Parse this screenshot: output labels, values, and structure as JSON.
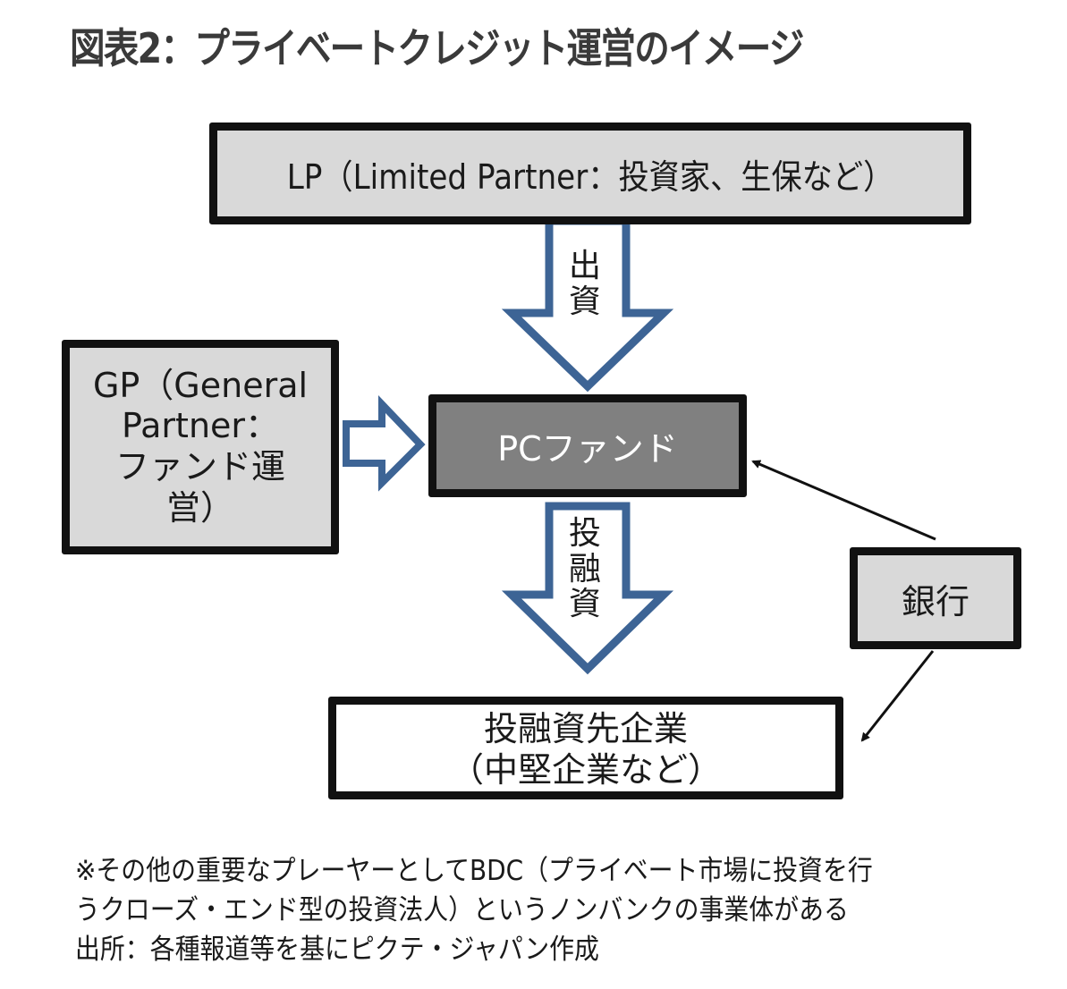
{
  "title": "図表2：プライベートクレジット運営のイメージ",
  "nodes": {
    "lp": {
      "label": "LP（Limited Partner：投資家、生保など）"
    },
    "gp": {
      "lines": [
        "GP（General",
        "Partner：",
        "ファンド運",
        "営）"
      ]
    },
    "pc_fund": {
      "label": "PCファンド"
    },
    "bank": {
      "label": "銀行"
    },
    "portfolio_companies": {
      "lines": [
        "投融資先企業",
        "（中堅企業など）"
      ]
    }
  },
  "edges": {
    "lp_to_fund": {
      "label_chars": [
        "出",
        "資"
      ]
    },
    "fund_to_companies": {
      "label_chars": [
        "投",
        "融",
        "資"
      ]
    },
    "gp_to_fund": {
      "label": ""
    },
    "bank_to_fund": {
      "label": ""
    },
    "bank_to_companies": {
      "label": ""
    }
  },
  "colors": {
    "block_arrow": "#3d6495",
    "box_border": "#111111",
    "box_light": "#d9d9d9",
    "box_dark": "#808080"
  },
  "notes": [
    "※その他の重要なプレーヤーとしてBDC（プライベート市場に投資を行",
    "うクローズ・エンド型の投資法人）というノンバンクの事業体がある",
    "出所：各種報道等を基にピクテ・ジャパン作成"
  ]
}
